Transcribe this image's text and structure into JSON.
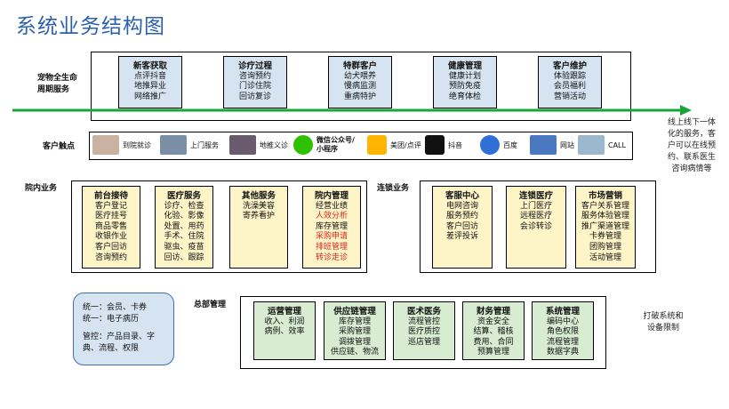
{
  "title": "系统业务结构图",
  "lifecycle": {
    "label_line1": "宠物全生命",
    "label_line2": "周期服务",
    "cards": [
      {
        "title": "新客获取",
        "items": [
          "点评抖音",
          "地推异业",
          "网络推广"
        ]
      },
      {
        "title": "诊疗过程",
        "items": [
          "咨询预约",
          "门诊住院",
          "回访复诊"
        ]
      },
      {
        "title": "特群客户",
        "items": [
          "幼犬喂养",
          "慢病监测",
          "重病特护"
        ]
      },
      {
        "title": "健康管理",
        "items": [
          "健康计划",
          "预防免疫",
          "绝育体检"
        ]
      },
      {
        "title": "客户维护",
        "items": [
          "体验跟踪",
          "会员福利",
          "营销活动"
        ]
      }
    ]
  },
  "online_note": [
    "线上线下一体",
    "化的服务，客",
    "户可以在线预",
    "约、联系医生",
    "咨询病情等"
  ],
  "touchpoints": {
    "label": "客户触点",
    "items": [
      {
        "label": "到院就诊",
        "icon": "hospital-visit-icon",
        "color": "#c9b3a0"
      },
      {
        "label": "上门服务",
        "icon": "home-service-icon",
        "color": "#7a8fa6"
      },
      {
        "label": "地推义诊",
        "icon": "street-clinic-icon",
        "color": "#6a5a6e"
      },
      {
        "label": "微信公众号/小程序",
        "icon": "wechat-icon",
        "color": "#2dc100"
      },
      {
        "label": "美团/点评",
        "icon": "meituan-icon",
        "color": "#ffb400"
      },
      {
        "label": "抖音",
        "icon": "douyin-icon",
        "color": "#111111"
      },
      {
        "label": "百度",
        "icon": "baidu-icon",
        "color": "#2f6fd6"
      },
      {
        "label": "网站",
        "icon": "website-icon",
        "color": "#4a78c0"
      },
      {
        "label": "CALL",
        "icon": "call-center-icon",
        "color": "#9bb8cf"
      }
    ]
  },
  "inhospital": {
    "label": "院内业务",
    "cards": [
      {
        "title": "前台接待",
        "items": [
          "客户登记",
          "医疗挂号",
          "商品零售",
          "收银作业",
          "客户回访",
          "咨询预约"
        ],
        "red": []
      },
      {
        "title": "医疗服务",
        "items": [
          "诊疗、检查",
          "化验、影像",
          "处置、用药",
          "手术、住院",
          "驱虫、疫苗",
          "回访、跟踪"
        ],
        "red": []
      },
      {
        "title": "其他服务",
        "items": [
          "洗澡美容",
          "寄养看护"
        ],
        "red": []
      },
      {
        "title": "院内管理",
        "items": [
          "经营业绩",
          "人效分析",
          "库存管理",
          "采购申请",
          "排班管理",
          "转诊走诊"
        ],
        "red": [
          1,
          3,
          4,
          5
        ]
      }
    ]
  },
  "chain": {
    "label": "连锁业务",
    "cards": [
      {
        "title": "客服中心",
        "items": [
          "电网咨询",
          "服务预约",
          "客户回访",
          "差评投诉"
        ]
      },
      {
        "title": "连锁医疗",
        "items": [
          "上门医疗",
          "远程医疗",
          "会诊转诊"
        ]
      },
      {
        "title": "市场营销",
        "items": [
          "客户关系管理",
          "服务体验管理",
          "推广渠道管理",
          "卡券管理",
          "团购管理",
          "活动管理"
        ]
      }
    ]
  },
  "unified": {
    "line1": "统一：会员、卡券",
    "line2": "统一：电子病历",
    "line3": "管控：产品目录、字",
    "line4": "典、流程、权限"
  },
  "hq": {
    "label": "总部管理",
    "cards": [
      {
        "title": "运营管理",
        "items": [
          "收入、利润",
          "病例、效率"
        ]
      },
      {
        "title": "供应链管理",
        "items": [
          "库存管理",
          "采购管理",
          "调拨管理",
          "供应链、物流"
        ]
      },
      {
        "title": "医术医务",
        "items": [
          "流程管控",
          "医疗质控",
          "巡店管理"
        ]
      },
      {
        "title": "财务管理",
        "items": [
          "资金安全",
          "结算、稽核",
          "费用、合同",
          "预算管理"
        ]
      },
      {
        "title": "系统管理",
        "items": [
          "编码中心",
          "角色权限",
          "流程管理",
          "数据字典"
        ]
      }
    ]
  },
  "break_note": [
    "打破系统和",
    "设备限制"
  ]
}
